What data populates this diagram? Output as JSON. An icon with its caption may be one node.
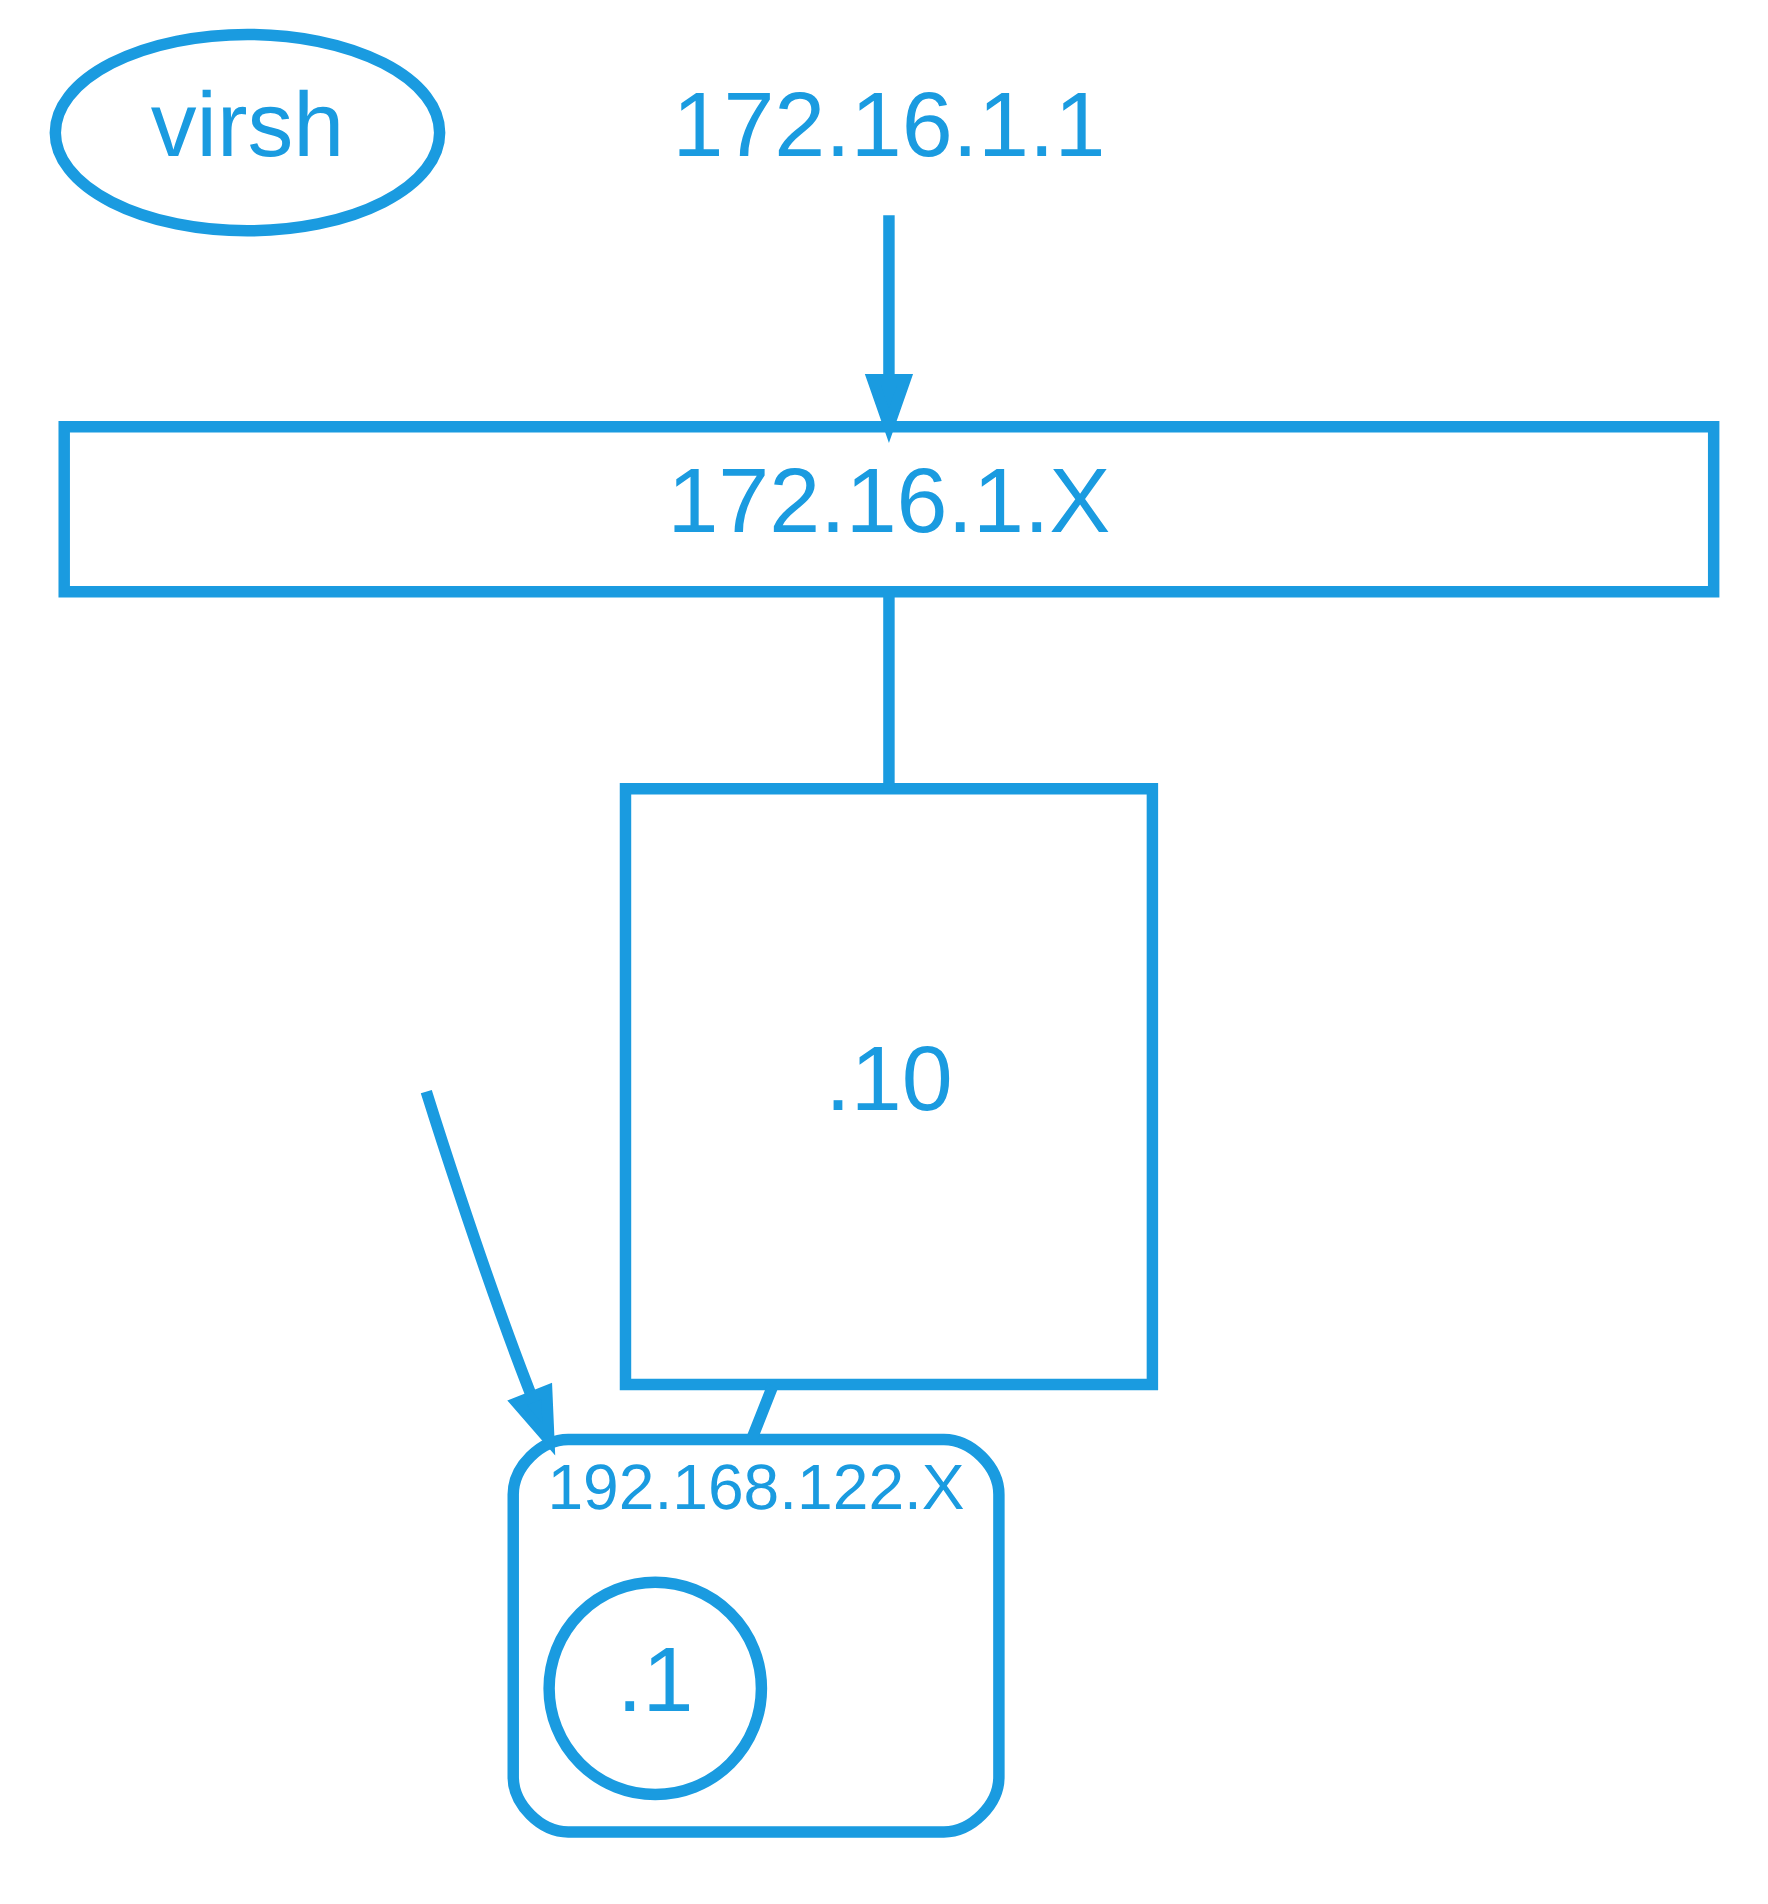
{
  "diagram": {
    "nodes": [
      {
        "text": [
          "virsh"
        ]
      },
      {
        "text": [
          "172.16.1.X"
        ]
      },
      {
        "text": [
          "172.16.1.1"
        ]
      },
      {
        "text": [
          ".10"
        ]
      },
      {
        "text": [
          "192.168.122.X"
        ]
      },
      {
        "text": [
          ".1"
        ],
        "in": 4
      }
    ],
    "edges": [
      {
        "from": 2,
        "to": 1,
        "arrow": "to"
      },
      {
        "from": 1,
        "to": 3,
        "arrow": "none"
      },
      {
        "from": 3,
        "to": 4,
        "arrow": "none"
      },
      {
        "from": null,
        "to": 4,
        "arrow": "to"
      }
    ]
  }
}
